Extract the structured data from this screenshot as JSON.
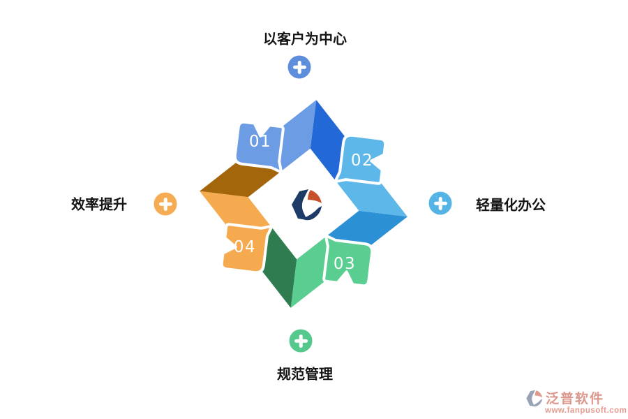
{
  "page": {
    "background": "#ffffff"
  },
  "diagram": {
    "type": "cycle",
    "direction": "counterclockwise",
    "center_logo": "fanpu-hexagon-logo",
    "center_logo_colors": {
      "navy": "#1e3a67",
      "orange_red": "#c6512b"
    },
    "steps": [
      {
        "number": "01",
        "label": "以客户为中心",
        "label_position": "top",
        "arrow_color": "#6c9ce3",
        "arrow_fold_color": "#2268d6",
        "plus_color": "#5c8edc"
      },
      {
        "number": "02",
        "label": "轻量化办公",
        "label_position": "right",
        "arrow_color": "#5eb7e9",
        "arrow_fold_color": "#2c90d5",
        "plus_color": "#55b4e6"
      },
      {
        "number": "03",
        "label": "规范管理",
        "label_position": "bottom",
        "arrow_color": "#5acd90",
        "arrow_fold_color": "#2e7c50",
        "plus_color": "#55c88d"
      },
      {
        "number": "04",
        "label": "效率提升",
        "label_position": "left",
        "arrow_color": "#f6aa50",
        "arrow_fold_color": "#a4660a",
        "plus_color": "#f6ac52"
      }
    ]
  },
  "watermark": {
    "brand": "泛普软件",
    "url": "www.fanpusoft.com",
    "text_color": "#dc988c",
    "logo_gray": "#99a3b5",
    "logo_accent": "#e0988a"
  }
}
